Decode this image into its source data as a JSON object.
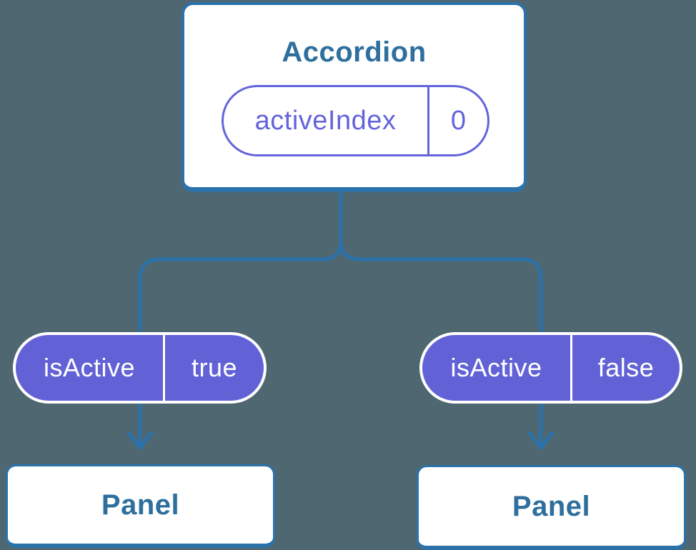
{
  "diagram": {
    "root": {
      "title": "Accordion",
      "state": {
        "name": "activeIndex",
        "value": "0"
      }
    },
    "props": [
      {
        "name": "isActive",
        "value": "true"
      },
      {
        "name": "isActive",
        "value": "false"
      }
    ],
    "panels": [
      {
        "title": "Panel"
      },
      {
        "title": "Panel"
      }
    ]
  },
  "colors": {
    "background": "#4E6771",
    "connector_blue": "#2B72AB",
    "node_text_blue": "#2E6F9D",
    "prop_pill_fill": "#6262D6",
    "prop_pill_text": "#FFFFFF",
    "state_pill_purple": "#6464DC",
    "card_white": "#FFFFFF"
  }
}
